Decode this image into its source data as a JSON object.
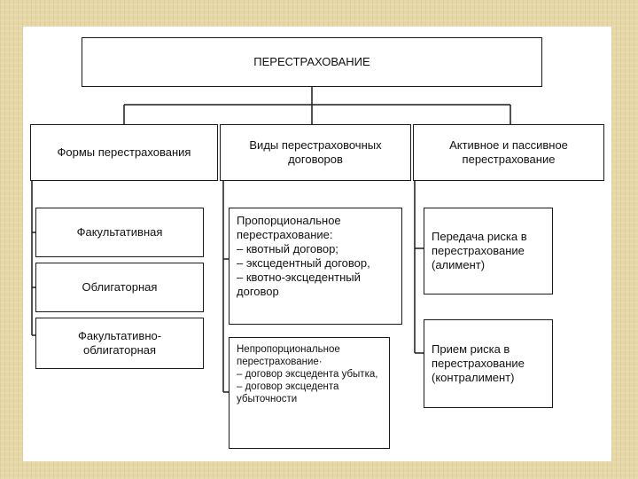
{
  "root": {
    "title": "ПЕРЕСТРАХОВАНИЕ"
  },
  "columns": [
    {
      "header": "Формы перестрахования"
    },
    {
      "header": "Виды перестраховочных договоров"
    },
    {
      "header": "Активное и пассивное перестрахование"
    }
  ],
  "forms": [
    "Факультативная",
    "Облигаторная",
    "Факультативно-облигаторная"
  ],
  "treaty_types": {
    "proportional": {
      "title": "Пропорциональное перестрахование:",
      "items": [
        "– квотный договор;",
        "– эксцедентный договор,",
        "– квотно-эксцедентный договор"
      ]
    },
    "nonproportional": {
      "title": "Непропорциональное перестрахование·",
      "items": [
        "– договор эксцедента убытка,",
        "– договор эксцедента убыточности"
      ]
    }
  },
  "active_passive": [
    "Передача риска в перестрахование (алимент)",
    "Прием риска в перестрахование (контралимент)"
  ]
}
